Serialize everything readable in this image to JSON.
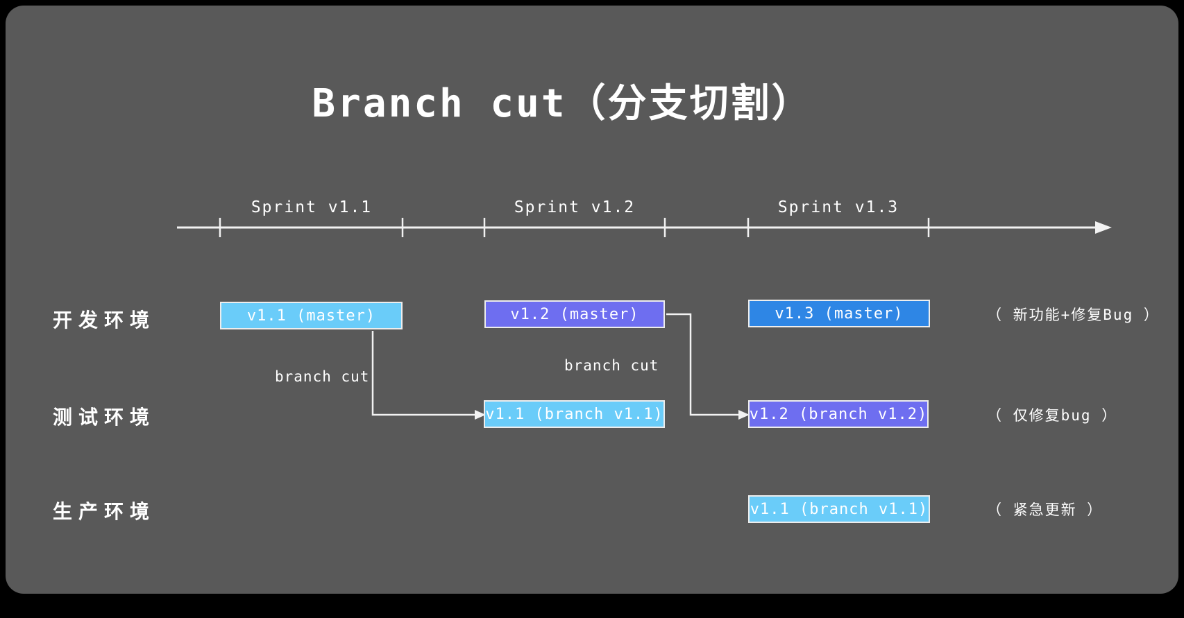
{
  "title": "Branch cut（分支切割）",
  "colors": {
    "canvas_background": "#595959",
    "frame": "#000000",
    "line": "#f2f2f2",
    "box_border": "#ededed",
    "text": "#ffffff",
    "box_cyan": "#6accf9",
    "box_purple": "#6e6ef0",
    "box_blue": "#2e86e5"
  },
  "timeline": {
    "sprints": [
      {
        "label": "Sprint v1.1"
      },
      {
        "label": "Sprint v1.2"
      },
      {
        "label": "Sprint v1.3"
      }
    ]
  },
  "rows": [
    {
      "label": "开发环境",
      "annotation": "（ 新功能+修复Bug ）"
    },
    {
      "label": "测试环境",
      "annotation": "（ 仅修复bug ）"
    },
    {
      "label": "生产环境",
      "annotation": "（ 紧急更新 ）"
    }
  ],
  "boxes": [
    {
      "label": "v1.1 (master)",
      "row": "开发环境",
      "sprint": "Sprint v1.1",
      "color": "#6accf9"
    },
    {
      "label": "v1.2 (master)",
      "row": "开发环境",
      "sprint": "Sprint v1.2",
      "color": "#6e6ef0"
    },
    {
      "label": "v1.3 (master)",
      "row": "开发环境",
      "sprint": "Sprint v1.3",
      "color": "#2e86e5"
    },
    {
      "label": "v1.1 (branch v1.1)",
      "row": "测试环境",
      "sprint": "Sprint v1.2",
      "color": "#6accf9"
    },
    {
      "label": "v1.2 (branch v1.2)",
      "row": "测试环境",
      "sprint": "Sprint v1.3",
      "color": "#6e6ef0"
    },
    {
      "label": "v1.1 (branch v1.1)",
      "row": "生产环境",
      "sprint": "Sprint v1.3",
      "color": "#6accf9"
    }
  ],
  "arrows": [
    {
      "label": "branch cut",
      "from": "v1.1 (master)",
      "to": "v1.1 (branch v1.1)"
    },
    {
      "label": "branch cut",
      "from": "v1.2 (master)",
      "to": "v1.2 (branch v1.2)"
    }
  ]
}
